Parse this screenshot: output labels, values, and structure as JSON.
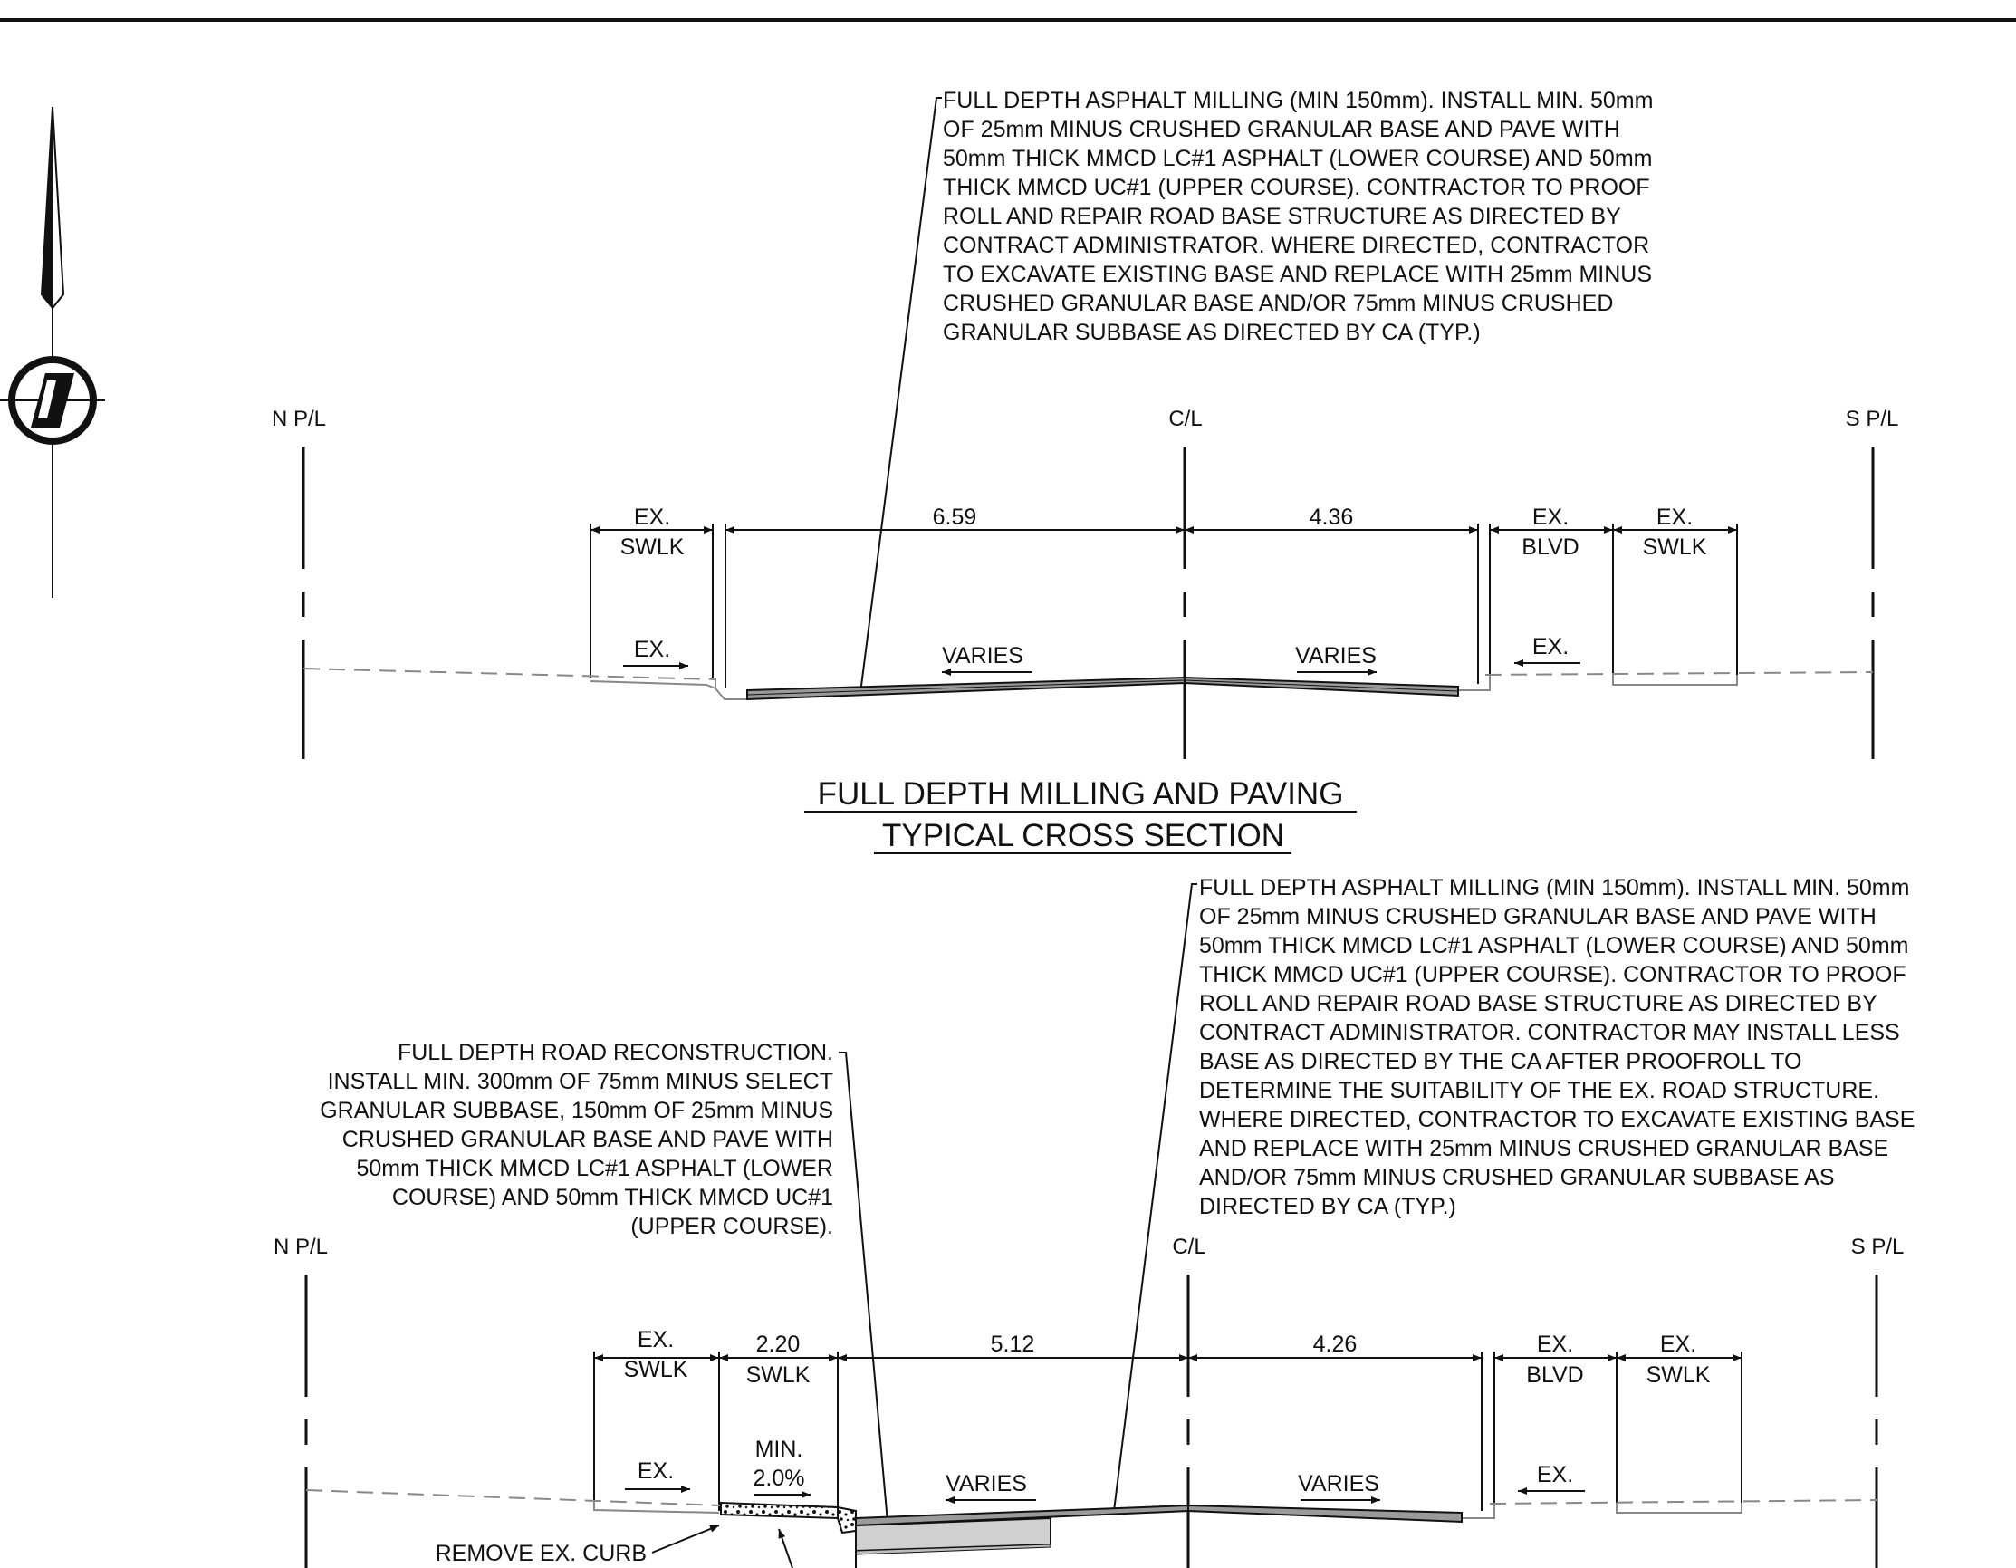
{
  "section1": {
    "note": [
      "FULL DEPTH ASPHALT MILLING (MIN 150mm). INSTALL MIN. 50mm",
      "OF 25mm MINUS CRUSHED GRANULAR BASE AND PAVE WITH",
      "50mm THICK MMCD LC#1  ASPHALT (LOWER COURSE) AND 50mm",
      "THICK MMCD UC#1 (UPPER COURSE). CONTRACTOR TO PROOF",
      "ROLL AND REPAIR ROAD BASE STRUCTURE AS DIRECTED BY",
      "CONTRACT ADMINISTRATOR. WHERE DIRECTED, CONTRACTOR",
      "TO EXCAVATE EXISTING BASE AND REPLACE WITH 25mm MINUS",
      "CRUSHED GRANULAR BASE AND/OR 75mm MINUS CRUSHED",
      "GRANULAR SUBBASE AS DIRECTED BY CA (TYP.)"
    ],
    "n_pl": "N P/L",
    "cl": "C/L",
    "s_pl": "S P/L",
    "ex_swlk_left": [
      "EX.",
      "SWLK"
    ],
    "dim_left": "6.59",
    "dim_right": "4.36",
    "ex_blvd": [
      "EX.",
      "BLVD"
    ],
    "ex_swlk_right": [
      "EX.",
      "SWLK"
    ],
    "ex_left_slope": "EX.",
    "varies_left": "VARIES",
    "varies_right": "VARIES",
    "ex_right_slope": "EX.",
    "title": [
      "FULL DEPTH MILLING AND PAVING",
      "TYPICAL CROSS SECTION"
    ]
  },
  "section2": {
    "note_right": [
      "FULL DEPTH ASPHALT MILLING (MIN 150mm). INSTALL MIN. 50mm",
      "OF 25mm MINUS CRUSHED GRANULAR BASE AND PAVE WITH",
      "50mm THICK MMCD LC#1  ASPHALT (LOWER COURSE) AND 50mm",
      "THICK MMCD UC#1 (UPPER COURSE). CONTRACTOR TO PROOF",
      "ROLL AND REPAIR ROAD BASE STRUCTURE AS DIRECTED BY",
      "CONTRACT ADMINISTRATOR. CONTRACTOR MAY INSTALL LESS",
      "BASE AS DIRECTED BY THE CA AFTER PROOFROLL TO",
      "DETERMINE THE SUITABILITY OF THE EX. ROAD STRUCTURE.",
      "WHERE DIRECTED, CONTRACTOR TO EXCAVATE EXISTING BASE",
      "AND REPLACE WITH 25mm MINUS CRUSHED GRANULAR BASE",
      "AND/OR 75mm MINUS CRUSHED GRANULAR SUBBASE AS",
      "DIRECTED BY CA (TYP.)"
    ],
    "note_left": [
      "FULL DEPTH ROAD RECONSTRUCTION.",
      "INSTALL MIN. 300mm OF 75mm MINUS SELECT",
      "GRANULAR SUBBASE, 150mm OF 25mm MINUS",
      "CRUSHED GRANULAR BASE AND PAVE WITH",
      "50mm THICK MMCD LC#1  ASPHALT (LOWER",
      "COURSE) AND 50mm THICK MMCD UC#1",
      "(UPPER COURSE)."
    ],
    "n_pl": "N P/L",
    "cl": "C/L",
    "s_pl": "S P/L",
    "ex_swlk_left": [
      "EX.",
      "SWLK"
    ],
    "new_swlk": [
      "2.20",
      "SWLK"
    ],
    "dim_left": "5.12",
    "dim_right": "4.26",
    "ex_blvd": [
      "EX.",
      "BLVD"
    ],
    "ex_swlk_right": [
      "EX.",
      "SWLK"
    ],
    "ex_left_slope": "EX.",
    "min_slope": [
      "MIN.",
      "2.0%"
    ],
    "varies_left": "VARIES",
    "varies_right": "VARIES",
    "ex_right_slope": "EX.",
    "remove_curb": "REMOVE EX. CURB"
  }
}
